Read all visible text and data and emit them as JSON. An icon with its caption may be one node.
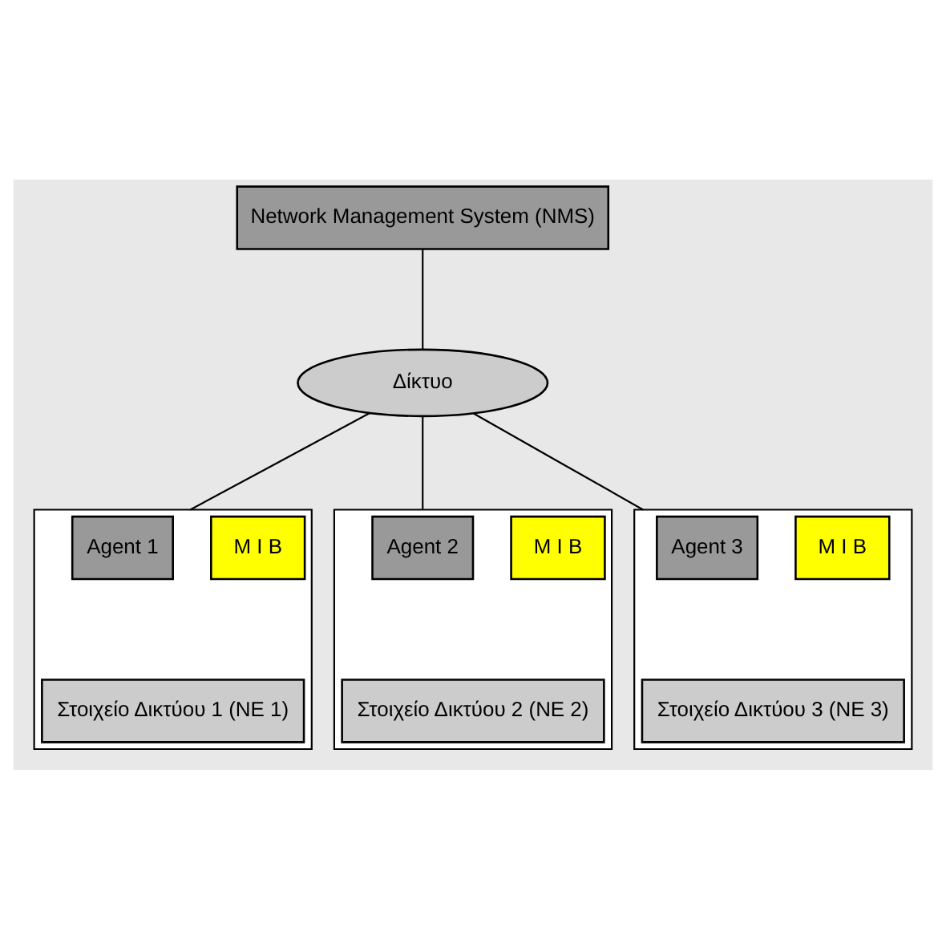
{
  "diagram": {
    "nodes": [
      {
        "text": [
          "Network Management System (NMS)"
        ]
      },
      {
        "text": [
          "Δίκτυο"
        ]
      },
      {
        "text": [],
        "shape": "box"
      },
      {
        "text": [
          "Agent 1"
        ],
        "in": 2
      },
      {
        "text": [
          "Στοιχείο Δικτύου 1 (NE 1)"
        ],
        "in": 2
      },
      {
        "text": [
          "M I B"
        ],
        "in": 2
      },
      {
        "text": [],
        "shape": "box"
      },
      {
        "text": [
          "Agent 2"
        ],
        "in": 6
      },
      {
        "text": [
          "Στοιχείο Δικτύου 2 (NE 2)"
        ],
        "in": 6
      },
      {
        "text": [
          "M I B"
        ],
        "in": 6
      },
      {
        "text": [],
        "shape": "box"
      },
      {
        "text": [
          "Agent 3"
        ],
        "in": 10
      },
      {
        "text": [
          "Στοιχείο Δικτύου 3 (NE 3)"
        ],
        "in": 10
      },
      {
        "text": [
          "M I B"
        ],
        "in": 10
      }
    ],
    "edges": [
      {
        "from": 0,
        "to": 1,
        "arrow": "none"
      },
      {
        "from": 1,
        "to": 2,
        "arrow": "none"
      },
      {
        "from": 1,
        "to": 6,
        "arrow": "none"
      },
      {
        "from": 1,
        "to": 10,
        "arrow": "none"
      }
    ]
  }
}
